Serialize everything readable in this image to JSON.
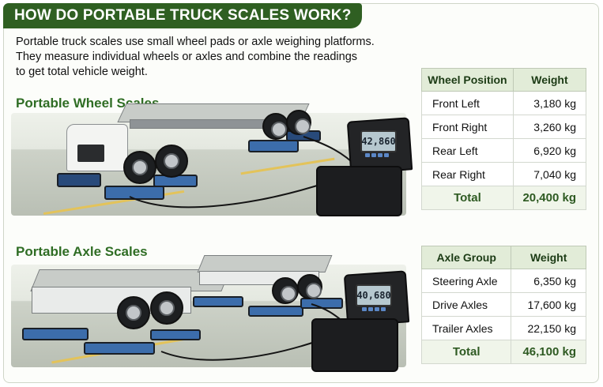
{
  "title": "HOW DO PORTABLE TRUCK SCALES WORK?",
  "intro": [
    "Portable truck scales use small wheel pads or axle weighing platforms.",
    "They measure individual wheels or axles and combine the readings",
    "to get total vehicle weight."
  ],
  "wheel_section": {
    "heading": "Portable Wheel Scales",
    "display_reading": "42,860",
    "table": {
      "headers": [
        "Wheel Position",
        "Weight"
      ],
      "rows": [
        [
          "Front Left",
          "3,180 kg"
        ],
        [
          "Front Right",
          "3,260 kg"
        ],
        [
          "Rear Left",
          "6,920 kg"
        ],
        [
          "Rear Right",
          "7,040 kg"
        ]
      ],
      "total": [
        "Total",
        "20,400 kg"
      ]
    }
  },
  "axle_section": {
    "heading": "Portable Axle Scales",
    "display_reading": "40,680",
    "table": {
      "headers": [
        "Axle Group",
        "Weight"
      ],
      "rows": [
        [
          "Steering Axle",
          "6,350 kg"
        ],
        [
          "Drive Axles",
          "17,600 kg"
        ],
        [
          "Trailer Axles",
          "22,150 kg"
        ]
      ],
      "total": [
        "Total",
        "46,100 kg"
      ]
    }
  },
  "colors": {
    "header_green": "#2f5f22",
    "heading_green": "#2f6d24",
    "table_header_bg": "#e2ecd8",
    "pad_blue": "#3c6dab"
  },
  "icons": [
    "truck-illustration",
    "trailer-illustration",
    "wheel-pad-scale",
    "axle-pad-scale",
    "scale-indicator-case",
    "cable"
  ]
}
